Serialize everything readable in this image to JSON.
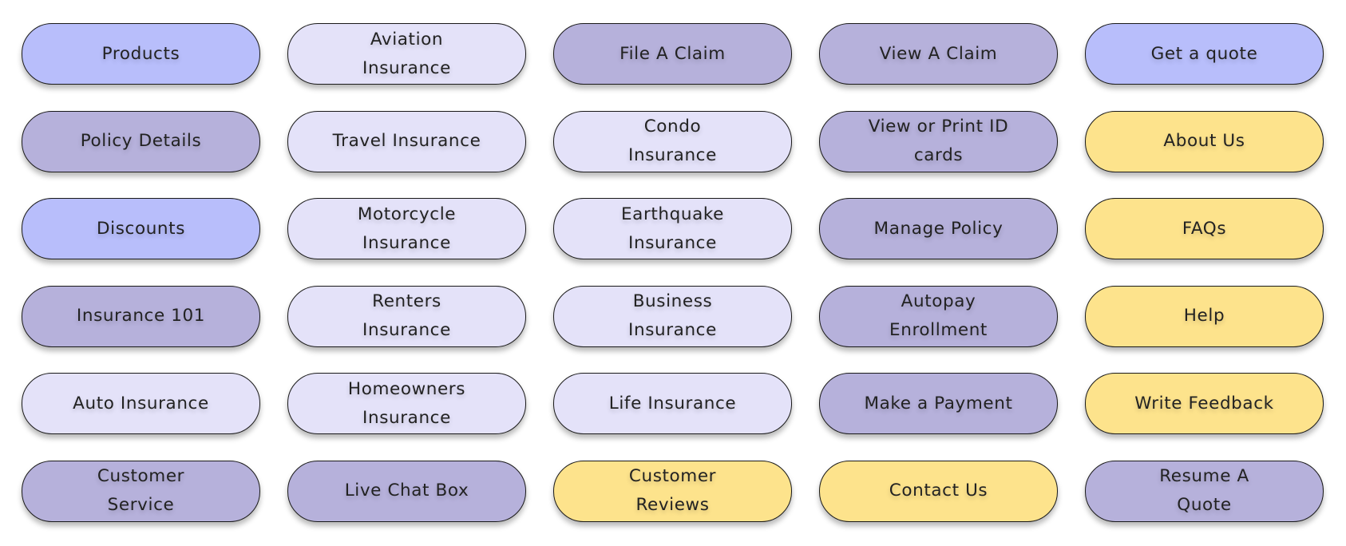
{
  "palette": {
    "periwinkle": "#B8BEFB",
    "lavender": "#E4E2F9",
    "purple": "#B6B1DB",
    "yellow": "#FDE38C",
    "border": "#1a1a1a",
    "text": "#222222"
  },
  "buttons": [
    {
      "label": "Products",
      "color": "periwinkle"
    },
    {
      "label": "Aviation\nInsurance",
      "color": "lavender"
    },
    {
      "label": "File A Claim",
      "color": "purple"
    },
    {
      "label": "View A Claim",
      "color": "purple"
    },
    {
      "label": "Get a quote",
      "color": "periwinkle"
    },
    {
      "label": "Policy Details",
      "color": "purple"
    },
    {
      "label": "Travel Insurance",
      "color": "lavender"
    },
    {
      "label": "Condo\nInsurance",
      "color": "lavender"
    },
    {
      "label": "View or Print ID\ncards",
      "color": "purple"
    },
    {
      "label": "About Us",
      "color": "yellow"
    },
    {
      "label": "Discounts",
      "color": "periwinkle"
    },
    {
      "label": "Motorcycle\nInsurance",
      "color": "lavender"
    },
    {
      "label": "Earthquake\nInsurance",
      "color": "lavender"
    },
    {
      "label": "Manage Policy",
      "color": "purple"
    },
    {
      "label": "FAQs",
      "color": "yellow"
    },
    {
      "label": "Insurance 101",
      "color": "purple"
    },
    {
      "label": "Renters\nInsurance",
      "color": "lavender"
    },
    {
      "label": "Business\nInsurance",
      "color": "lavender"
    },
    {
      "label": "Autopay\nEnrollment",
      "color": "purple"
    },
    {
      "label": "Help",
      "color": "yellow"
    },
    {
      "label": "Auto Insurance",
      "color": "lavender"
    },
    {
      "label": "Homeowners\nInsurance",
      "color": "lavender"
    },
    {
      "label": "Life Insurance",
      "color": "lavender"
    },
    {
      "label": "Make a Payment",
      "color": "purple"
    },
    {
      "label": "Write Feedback",
      "color": "yellow"
    },
    {
      "label": "Customer\nService",
      "color": "purple"
    },
    {
      "label": "Live Chat Box",
      "color": "purple"
    },
    {
      "label": "Customer\nReviews",
      "color": "yellow"
    },
    {
      "label": "Contact Us",
      "color": "yellow"
    },
    {
      "label": "Resume A\nQuote",
      "color": "purple"
    }
  ]
}
